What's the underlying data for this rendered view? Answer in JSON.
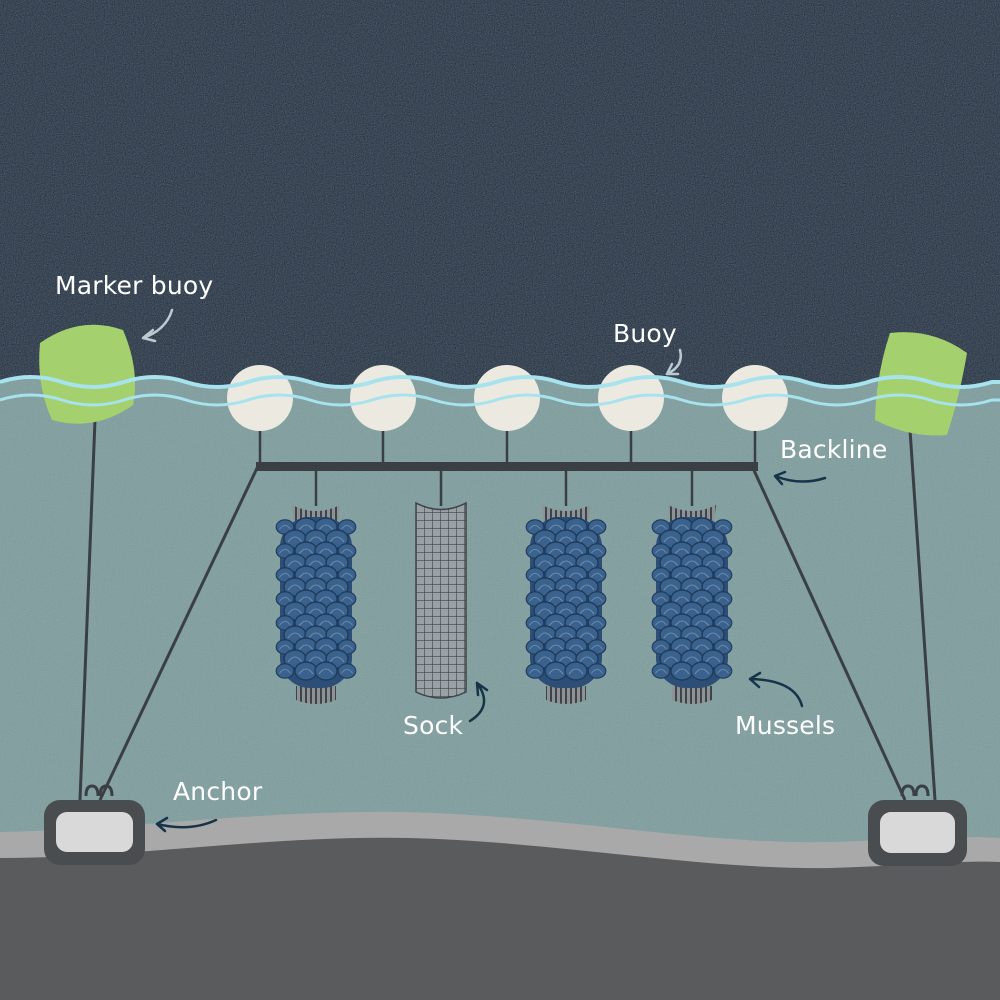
{
  "labels": {
    "marker_buoy": "Marker buoy",
    "buoy": "Buoy",
    "backline": "Backline",
    "sock": "Sock",
    "mussels": "Mussels",
    "anchor": "Anchor"
  },
  "colors": {
    "sky": "#0f2c42",
    "water": "#7e9e9f",
    "surface_line": "#a7e3ee",
    "marker_buoy": "#a4d16d",
    "buoy": "#ebe9e0",
    "mussel": "#3b628c",
    "sea_floor": "#5a5b5d",
    "sediment": "#a9a9aa",
    "rope": "#3a3f44",
    "anchor": "#d9d9d9"
  },
  "icons": {
    "marker_buoy_arrow": "curved-arrow-icon",
    "buoy_arrow": "curved-arrow-icon",
    "backline_arrow": "curved-arrow-icon",
    "sock_arrow": "curved-arrow-icon",
    "mussels_arrow": "curved-arrow-icon",
    "anchor_arrow": "curved-arrow-icon"
  }
}
